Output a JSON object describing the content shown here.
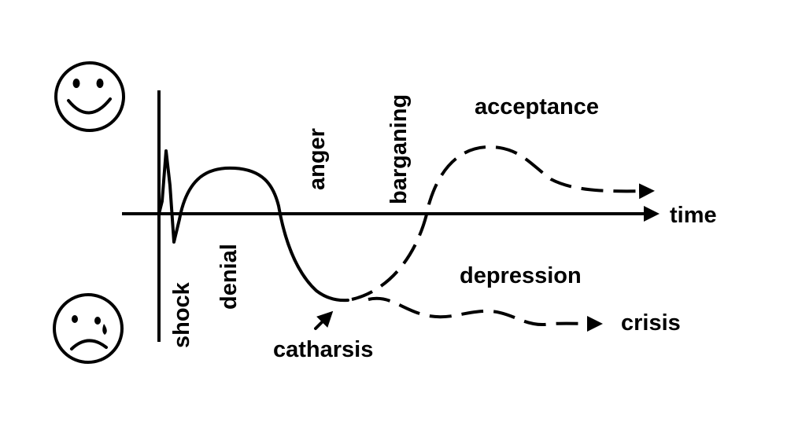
{
  "labels": {
    "time": "time",
    "shock": "shock",
    "denial": "denial",
    "anger": "anger",
    "bargaining": "barganing",
    "acceptance": "acceptance",
    "depression": "depression",
    "catharsis": "catharsis",
    "crisis": "crisis"
  },
  "icons": {
    "top": "smiling-face-icon",
    "bottom": "sad-face-icon"
  },
  "colors": {
    "ink": "#000000",
    "background": "#ffffff"
  }
}
